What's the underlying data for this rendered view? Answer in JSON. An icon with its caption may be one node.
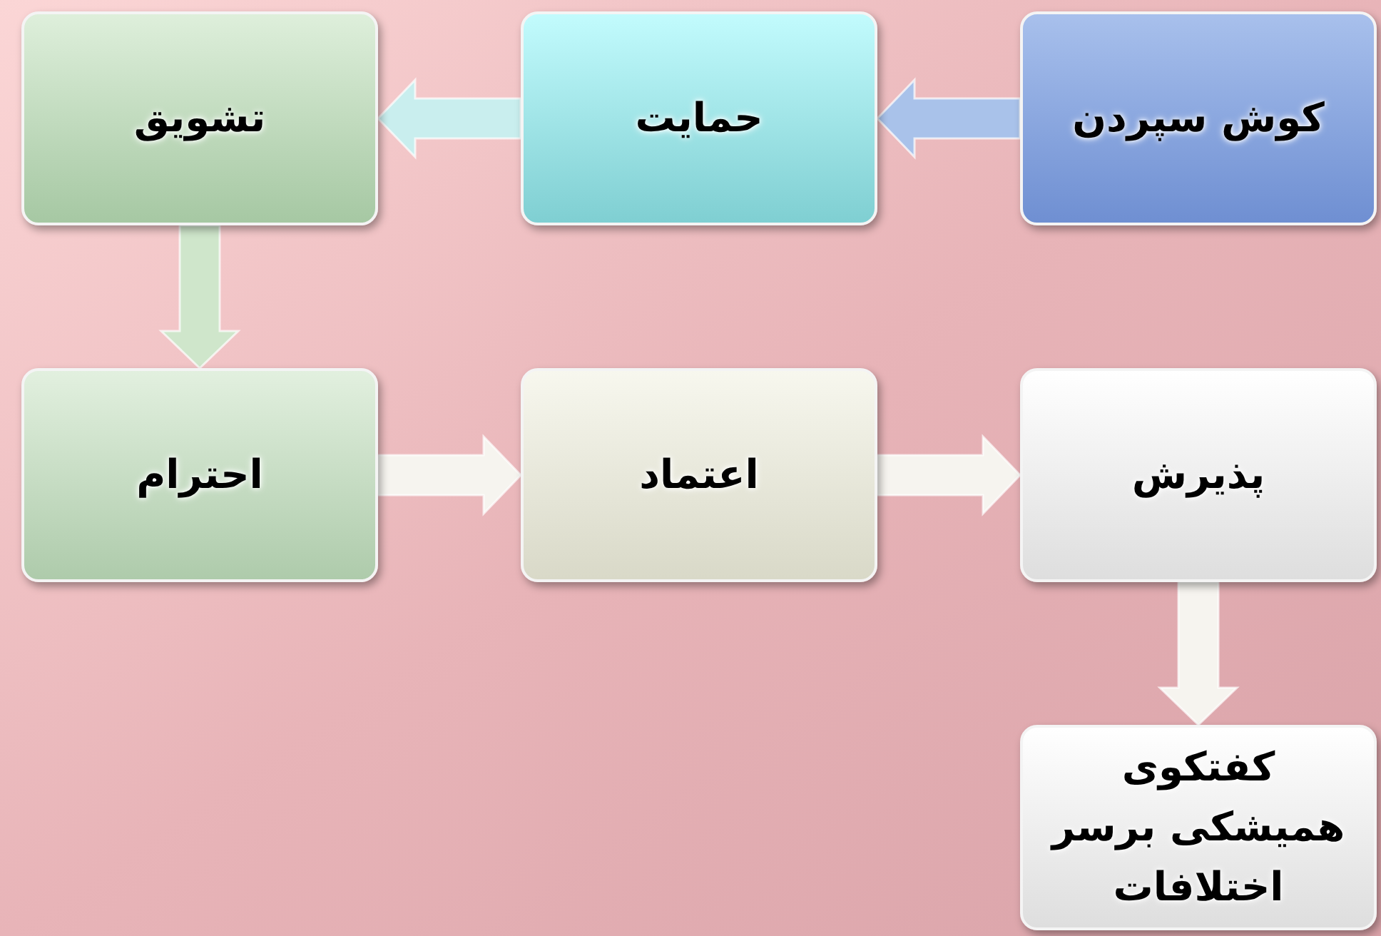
{
  "diagram": {
    "nodes": [
      {
        "text": [
          "کوش سپردن"
        ]
      },
      {
        "text": [
          "حمایت"
        ]
      },
      {
        "text": [
          "تشویق"
        ]
      },
      {
        "text": [
          "احترام"
        ]
      },
      {
        "text": [
          "اعتماد"
        ]
      },
      {
        "text": [
          "پذیرش"
        ]
      },
      {
        "text": [
          "کفتکوی همیشکی برسر اختلافات"
        ]
      }
    ],
    "edges": [
      {
        "from": 0,
        "to": 1,
        "arrow": "to",
        "color": "#a9c2ea"
      },
      {
        "from": 1,
        "to": 2,
        "arrow": "to",
        "color": "#c9eeee"
      },
      {
        "from": 2,
        "to": 3,
        "arrow": "to",
        "color": "#cfe6cb"
      },
      {
        "from": 3,
        "to": 4,
        "arrow": "to"
      },
      {
        "from": 4,
        "to": 5,
        "arrow": "to"
      },
      {
        "from": 5,
        "to": 6,
        "arrow": "to"
      }
    ]
  }
}
